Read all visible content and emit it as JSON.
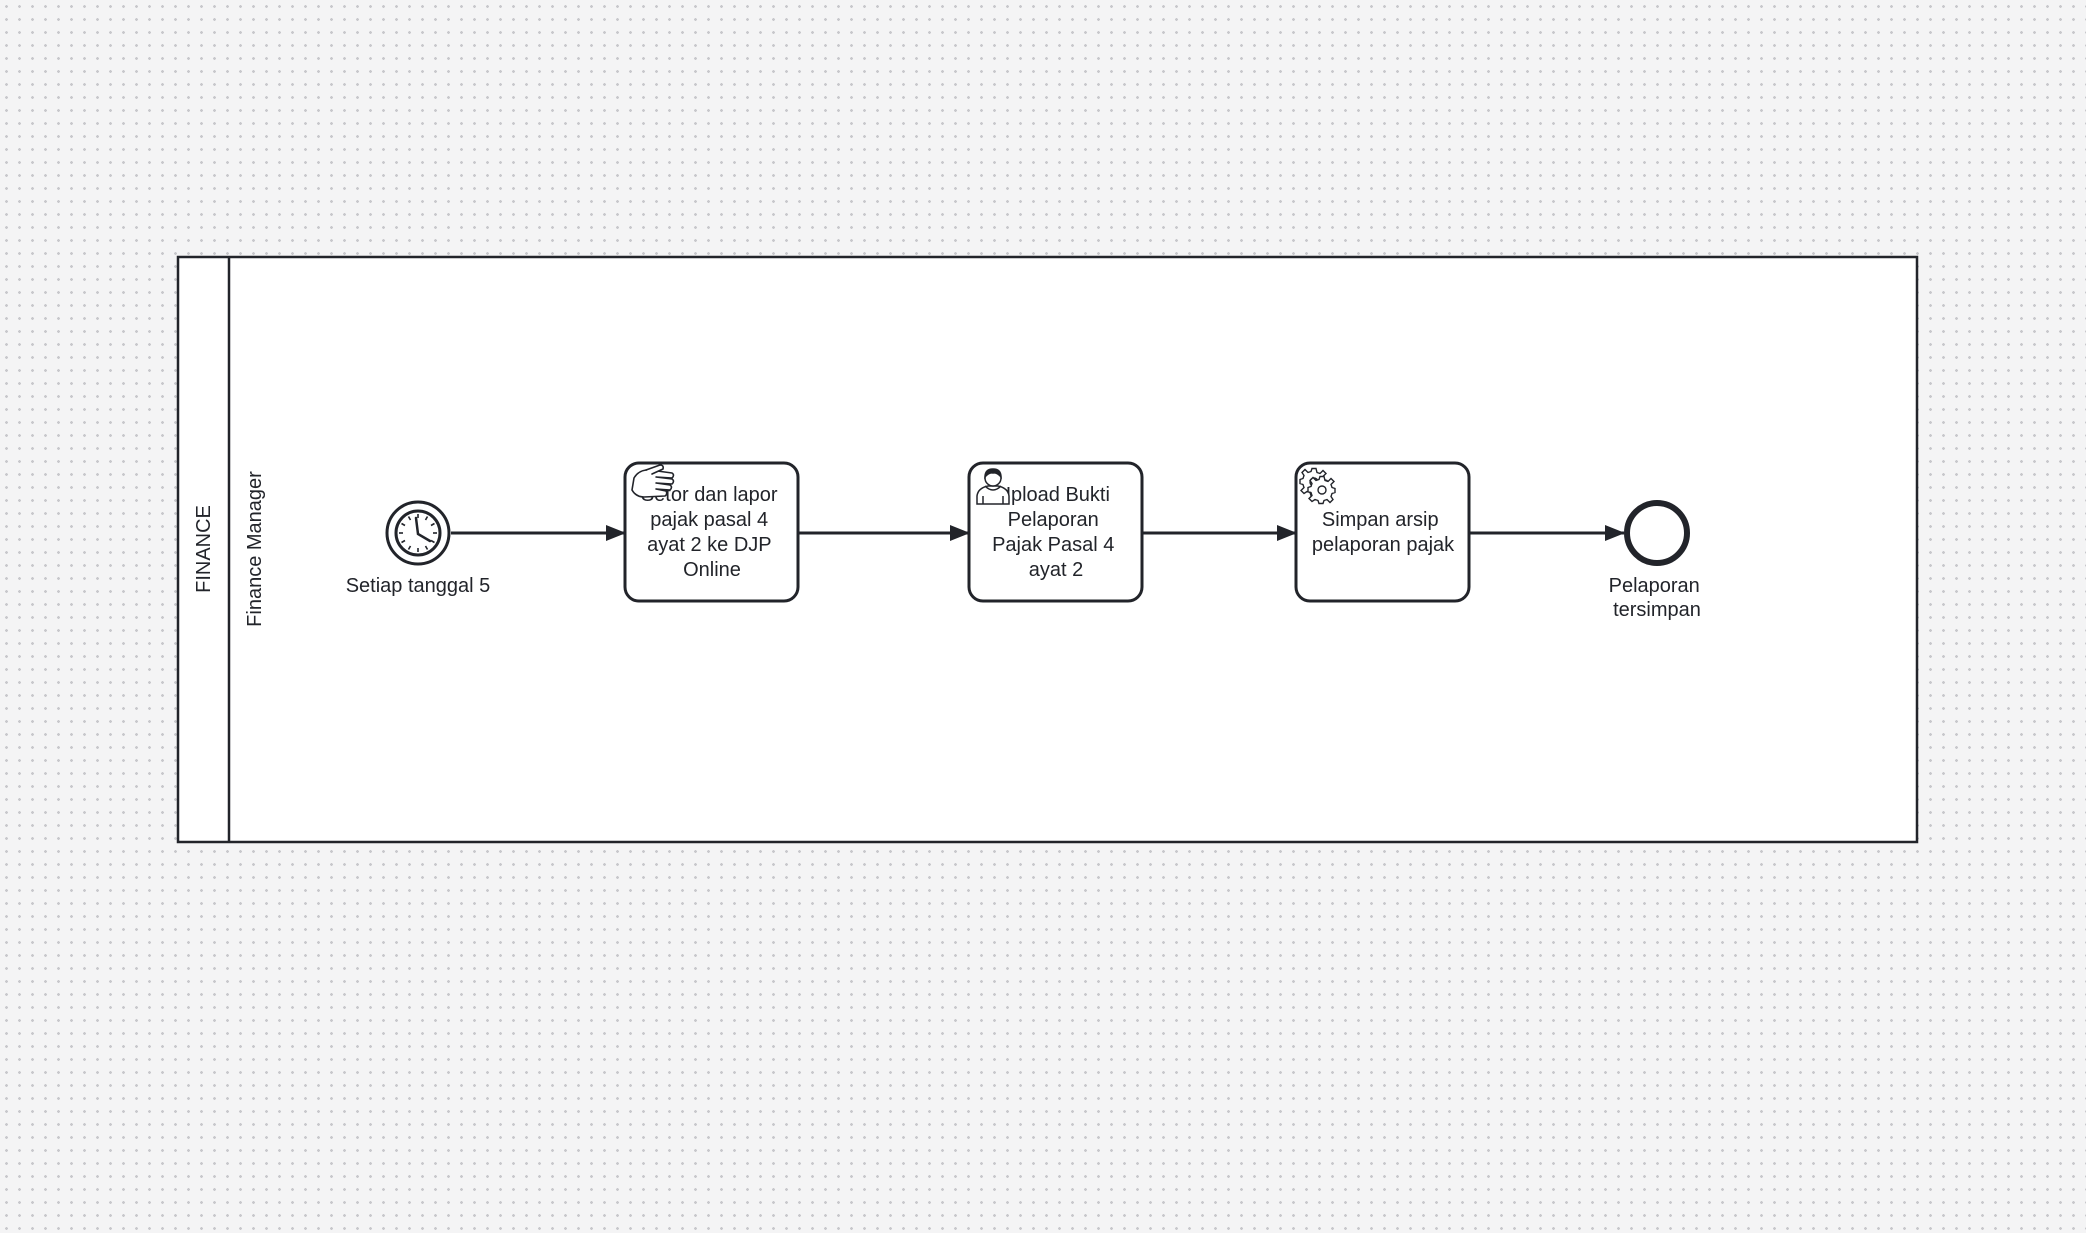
{
  "pool": {
    "name": "FINANCE",
    "lane": "Finance Manager"
  },
  "start_event": {
    "type": "timer",
    "icon": "clock-icon",
    "label": "Setiap tanggal 5"
  },
  "tasks": [
    {
      "type": "manual",
      "icon": "hand-icon",
      "lines": [
        "Setor dan lapor",
        "pajak pasal 4",
        "ayat 2 ke DJP",
        "Online"
      ]
    },
    {
      "type": "user",
      "icon": "user-icon",
      "lines": [
        "Upload Bukti",
        "Pelaporan",
        "Pajak Pasal 4",
        "ayat 2"
      ]
    },
    {
      "type": "service",
      "icon": "gear-icon",
      "lines": [
        "Simpan arsip",
        "pelaporan pajak"
      ]
    }
  ],
  "end_event": {
    "label_lines": [
      "Pelaporan",
      "tersimpan"
    ]
  },
  "colors": {
    "stroke": "#22242a",
    "fill": "#ffffff",
    "canvas": "#f4f4f5"
  }
}
